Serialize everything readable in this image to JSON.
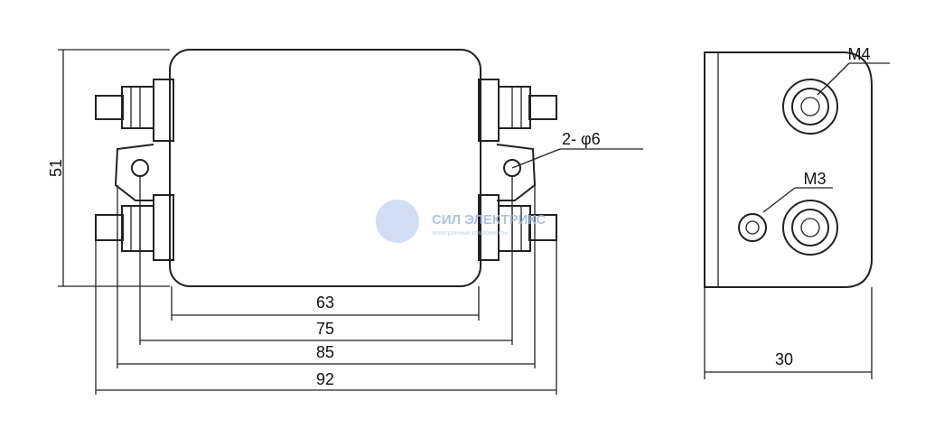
{
  "dimensions": {
    "height": "51",
    "w63": "63",
    "w75": "75",
    "w85": "85",
    "w92": "92",
    "depth": "30",
    "holes": "2- φ6",
    "m4": "M4",
    "m3": "M3"
  },
  "watermark": {
    "title": "СИЛ ЭЛЕКТРИКС",
    "subtitle": "электронные компоненты"
  },
  "colors": {
    "line": "#222222",
    "watermark": "#9db9e0"
  }
}
